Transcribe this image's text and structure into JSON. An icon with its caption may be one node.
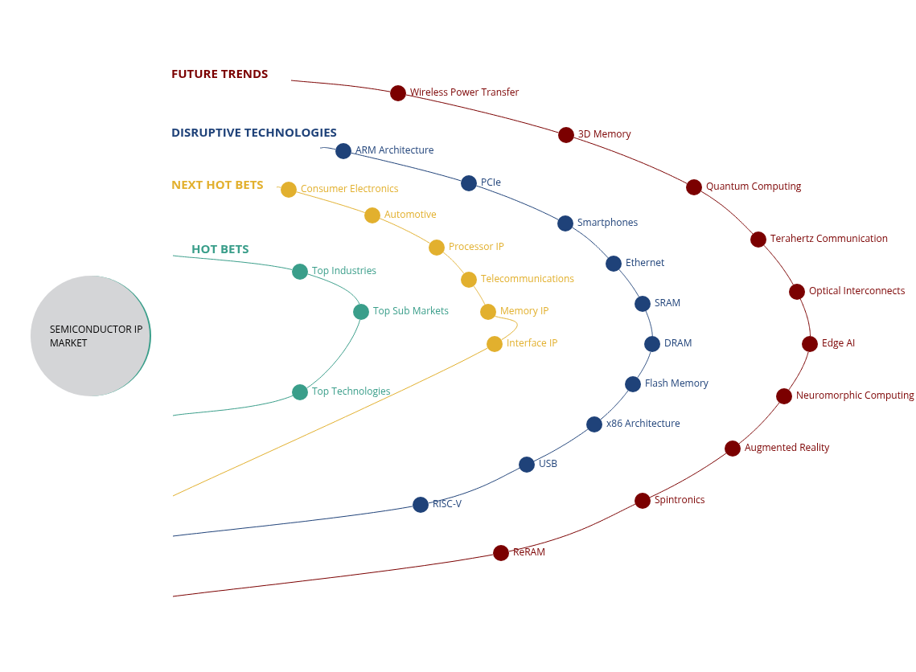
{
  "diagram": {
    "nodes": [
      {
        "text": [
          "SEMICONDUCTOR IP MARKET"
        ]
      },
      {
        "text": [],
        "shape": "circle",
        "beside": [
          "Wireless Power Transfer"
        ]
      },
      {
        "text": [],
        "shape": "circle",
        "beside": [
          "3D Memory"
        ]
      },
      {
        "text": [],
        "shape": "circle",
        "beside": [
          "Quantum Computing"
        ]
      },
      {
        "text": [],
        "shape": "circle",
        "beside": [
          "Terahertz Communication"
        ]
      },
      {
        "text": [],
        "shape": "circle",
        "beside": [
          "Optical Interconnects"
        ]
      },
      {
        "text": [],
        "shape": "circle",
        "beside": [
          "Edge AI"
        ]
      },
      {
        "text": [],
        "shape": "circle",
        "beside": [
          "Neuromorphic Computing"
        ]
      },
      {
        "text": [],
        "shape": "circle",
        "beside": [
          "Augmented Reality"
        ]
      },
      {
        "text": [],
        "shape": "circle",
        "beside": [
          "Spintronics"
        ]
      },
      {
        "text": [],
        "shape": "circle",
        "beside": [
          "ReRAM"
        ]
      },
      {
        "text": [],
        "shape": "circle",
        "beside": [
          "ARM Architecture"
        ]
      },
      {
        "text": [],
        "shape": "circle",
        "beside": [
          "PCIe"
        ]
      },
      {
        "text": [],
        "shape": "circle",
        "beside": [
          "Smartphones"
        ]
      },
      {
        "text": [],
        "shape": "circle",
        "beside": [
          "Ethernet"
        ]
      },
      {
        "text": [],
        "shape": "circle",
        "beside": [
          "SRAM"
        ]
      },
      {
        "text": [],
        "shape": "circle",
        "beside": [
          "DRAM"
        ]
      },
      {
        "text": [],
        "shape": "circle",
        "beside": [
          "Flash Memory"
        ]
      },
      {
        "text": [],
        "shape": "circle",
        "beside": [
          "x86 Architecture"
        ]
      },
      {
        "text": [],
        "shape": "circle",
        "beside": [
          "USB"
        ]
      },
      {
        "text": [],
        "shape": "circle",
        "beside": [
          "RISC-V"
        ]
      },
      {
        "text": [],
        "shape": "circle",
        "beside": [
          "Consumer Electronics"
        ]
      },
      {
        "text": [],
        "shape": "circle",
        "beside": [
          "Automotive"
        ]
      },
      {
        "text": [],
        "shape": "circle",
        "beside": [
          "Processor IP"
        ]
      },
      {
        "text": [],
        "shape": "circle",
        "beside": [
          "Telecommunications"
        ]
      },
      {
        "text": [],
        "shape": "circle",
        "beside": [
          "Memory IP"
        ]
      },
      {
        "text": [],
        "shape": "circle",
        "beside": [
          "Interface IP"
        ]
      },
      {
        "text": [],
        "shape": "circle",
        "beside": [
          "Top Industries"
        ]
      },
      {
        "text": [],
        "shape": "circle",
        "beside": [
          "Top Sub Markets"
        ]
      },
      {
        "text": [],
        "shape": "circle",
        "beside": [
          "Top Technologies"
        ]
      }
    ],
    "edges": [
      {
        "from": null,
        "to": 1,
        "arrow": "none",
        "color": "#7b0000"
      },
      {
        "from": 1,
        "to": 2,
        "arrow": "none",
        "color": "#7b0000"
      },
      {
        "from": 2,
        "to": 3,
        "arrow": "none",
        "color": "#7b0000"
      },
      {
        "from": 3,
        "to": 4,
        "arrow": "none",
        "color": "#7b0000"
      },
      {
        "from": 4,
        "to": 5,
        "arrow": "none",
        "color": "#7b0000"
      },
      {
        "from": 5,
        "to": 6,
        "arrow": "none",
        "color": "#7b0000"
      },
      {
        "from": 6,
        "to": 7,
        "arrow": "none",
        "color": "#7b0000"
      },
      {
        "from": 7,
        "to": 8,
        "arrow": "none",
        "color": "#7b0000"
      },
      {
        "from": 8,
        "to": 9,
        "arrow": "none",
        "color": "#7b0000"
      },
      {
        "from": 9,
        "to": 10,
        "arrow": "none",
        "color": "#7b0000"
      },
      {
        "from": 10,
        "to": null,
        "arrow": "none",
        "color": "#7b0000"
      },
      {
        "from": null,
        "to": 11,
        "arrow": "none",
        "color": "#1f4279"
      },
      {
        "from": 11,
        "to": 12,
        "arrow": "none",
        "color": "#1f4279"
      },
      {
        "from": 12,
        "to": 13,
        "arrow": "none",
        "color": "#1f4279"
      },
      {
        "from": 13,
        "to": 14,
        "arrow": "none",
        "color": "#1f4279"
      },
      {
        "from": 14,
        "to": 15,
        "arrow": "none",
        "color": "#1f4279"
      },
      {
        "from": 15,
        "to": 16,
        "arrow": "none",
        "color": "#1f4279"
      },
      {
        "from": 16,
        "to": 17,
        "arrow": "none",
        "color": "#1f4279"
      },
      {
        "from": 17,
        "to": 18,
        "arrow": "none",
        "color": "#1f4279"
      },
      {
        "from": 18,
        "to": 19,
        "arrow": "none",
        "color": "#1f4279"
      },
      {
        "from": 19,
        "to": 20,
        "arrow": "none",
        "color": "#1f4279"
      },
      {
        "from": 20,
        "to": null,
        "arrow": "none",
        "color": "#1f4279"
      },
      {
        "from": null,
        "to": 21,
        "arrow": "none",
        "color": "#e2b02e"
      },
      {
        "from": 21,
        "to": 22,
        "arrow": "none",
        "color": "#e2b02e"
      },
      {
        "from": 22,
        "to": 23,
        "arrow": "none",
        "color": "#e2b02e"
      },
      {
        "from": 23,
        "to": 24,
        "arrow": "none",
        "color": "#e2b02e"
      },
      {
        "from": 24,
        "to": 25,
        "arrow": "none",
        "color": "#e2b02e"
      },
      {
        "from": 25,
        "to": 26,
        "arrow": "none",
        "color": "#e2b02e"
      },
      {
        "from": 26,
        "to": null,
        "arrow": "none",
        "color": "#e2b02e"
      },
      {
        "from": null,
        "to": 27,
        "arrow": "none",
        "color": "#3a9e8a"
      },
      {
        "from": 27,
        "to": 28,
        "arrow": "none",
        "color": "#3a9e8a"
      },
      {
        "from": 28,
        "to": 29,
        "arrow": "none",
        "color": "#3a9e8a"
      },
      {
        "from": 29,
        "to": null,
        "arrow": "none",
        "color": "#3a9e8a"
      }
    ],
    "labels": [
      "FUTURE TRENDS",
      "DISRUPTIVE TECHNOLOGIES",
      "NEXT HOT BETS",
      "HOT BETS"
    ]
  }
}
